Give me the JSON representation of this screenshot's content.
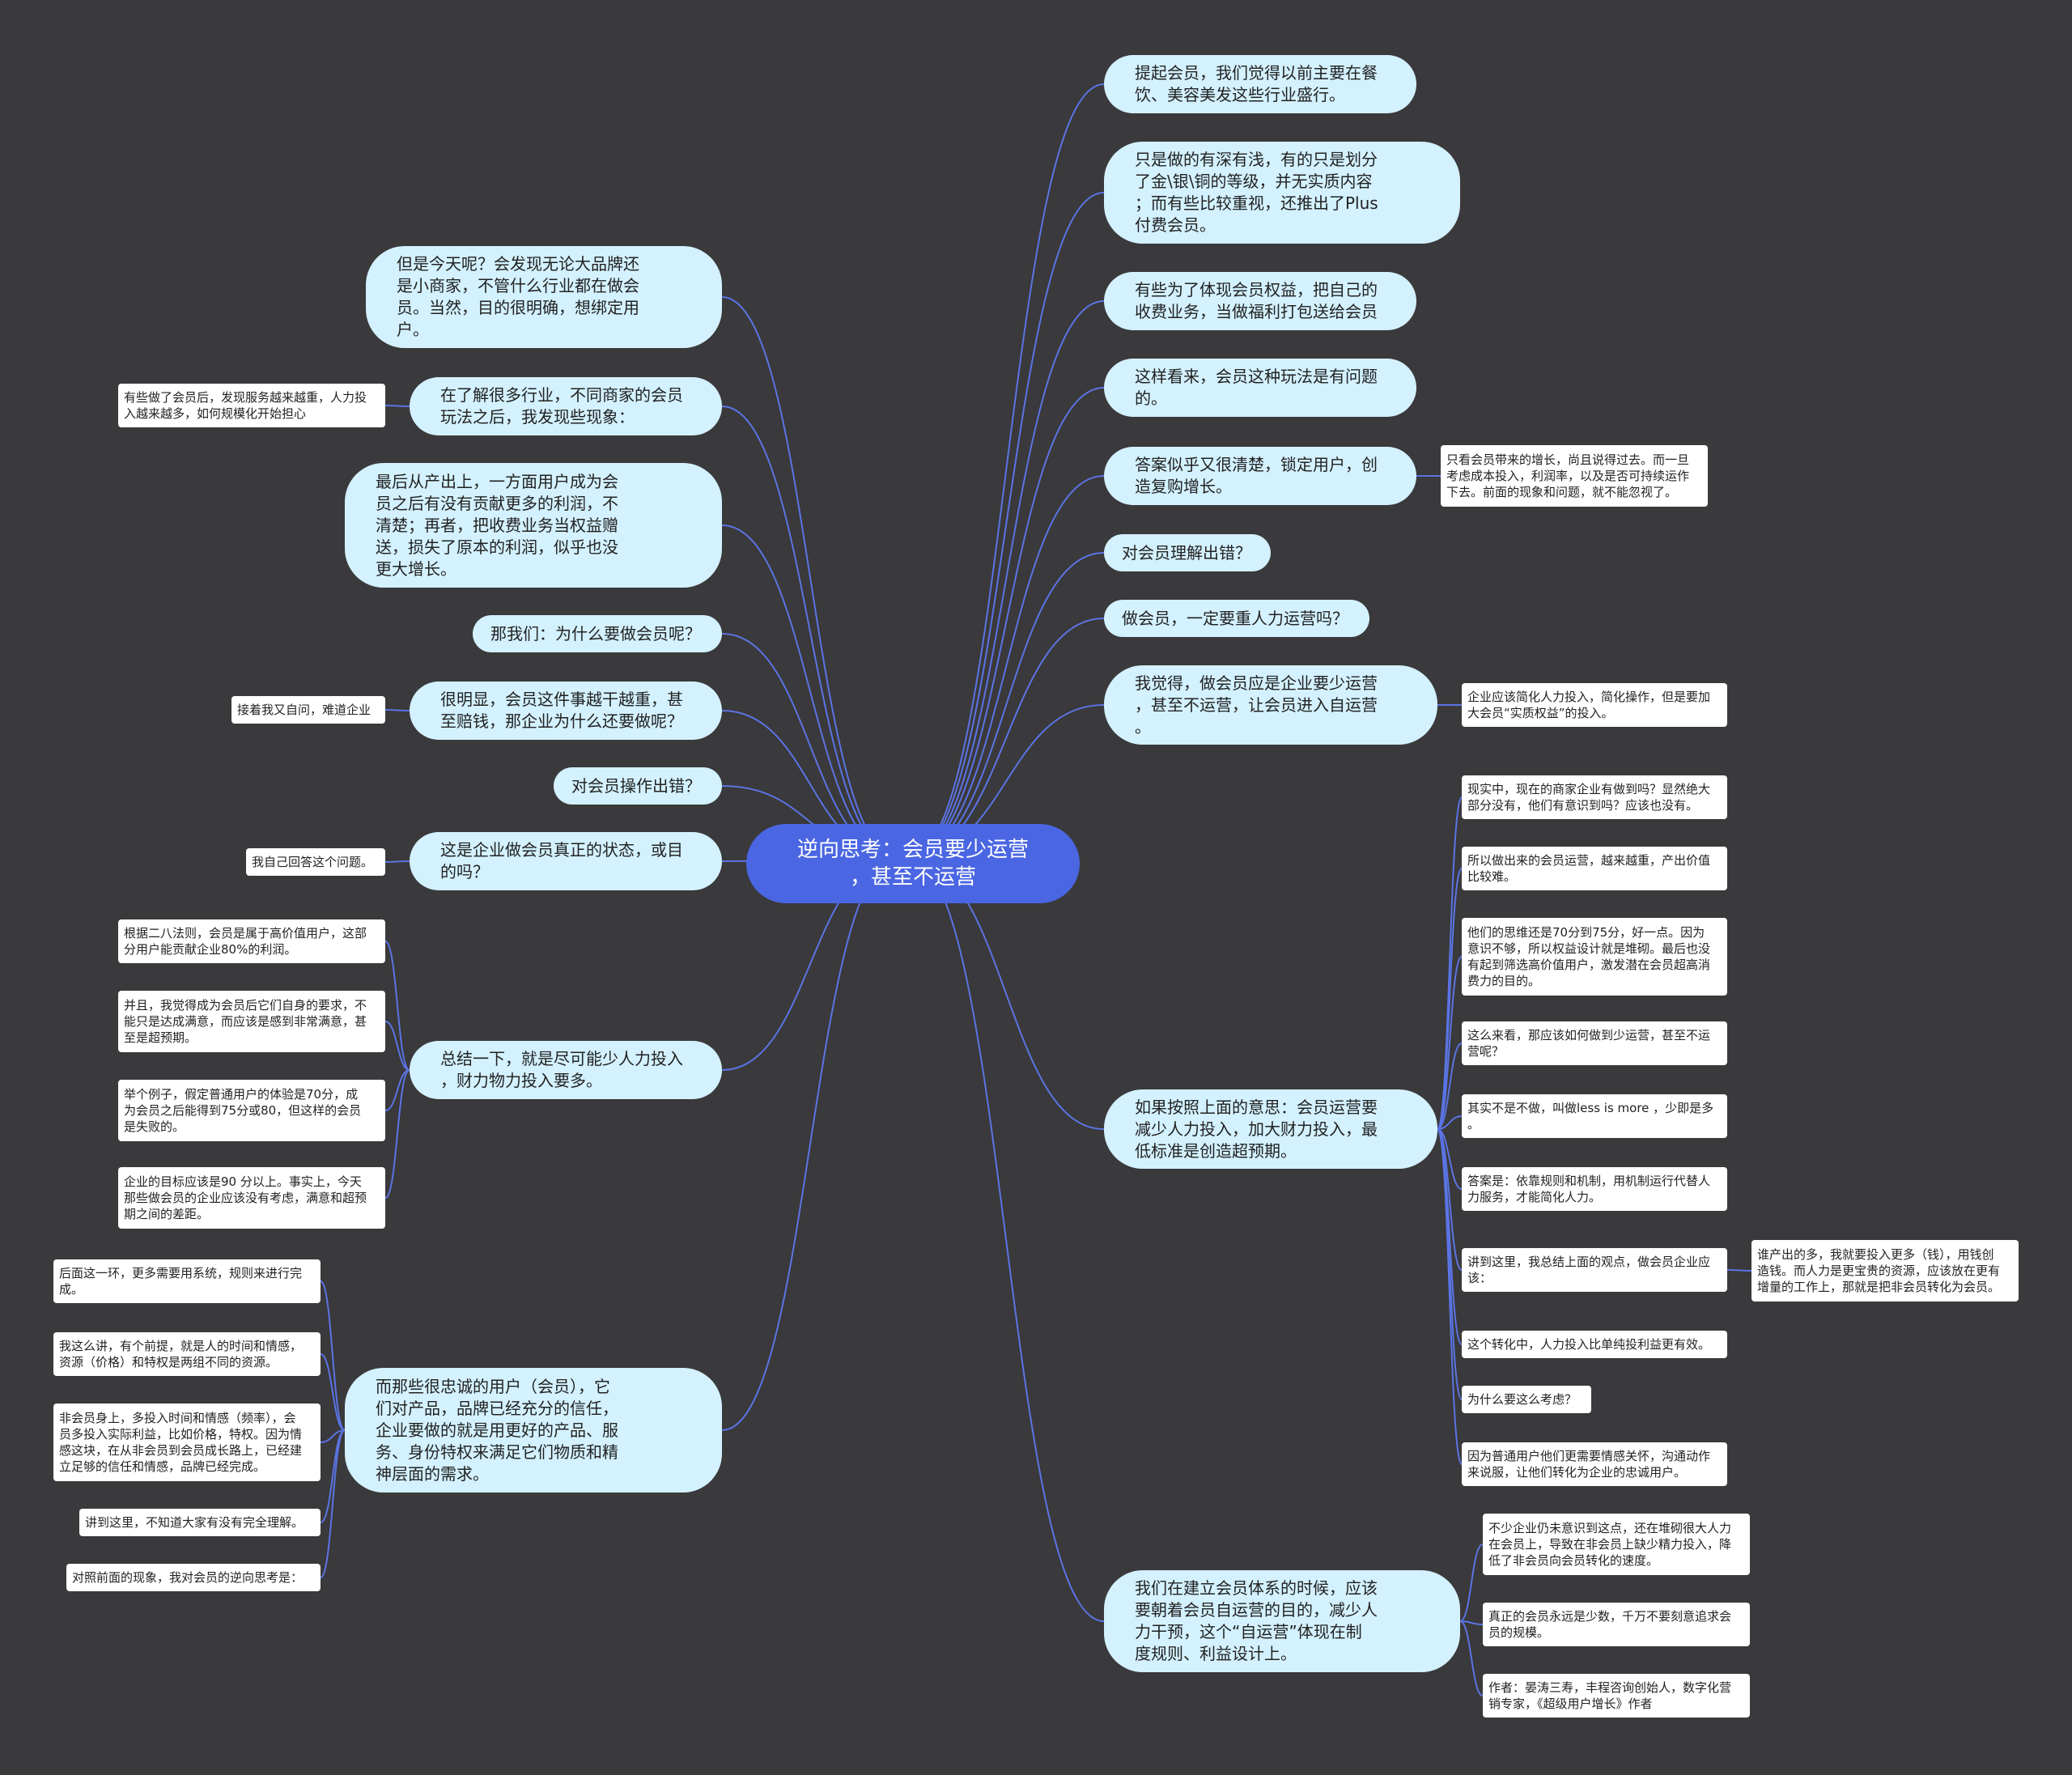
{
  "root": {
    "text": "逆向思考：会员要少运营\n，甚至不运营"
  },
  "nodes": {
    "r1": "提起会员，我们觉得以前主要在餐\n饮、美容美发这些行业盛行。",
    "r2": "只是做的有深有浅，有的只是划分\n了金\\银\\铜的等级，并无实质内容\n；而有些比较重视，还推出了Plus\n付费会员。",
    "r3": "有些为了体现会员权益，把自己的\n收费业务，当做福利打包送给会员",
    "r4": "这样看来，会员这种玩法是有问题\n的。",
    "r5": "答案似乎又很清楚，锁定用户，创\n造复购增长。",
    "r6": "对会员理解出错？",
    "r7": "做会员，一定要重人力运营吗？",
    "r8": "我觉得，做会员应是企业要少运营\n，甚至不运营，让会员进入自运营\n。",
    "r9": "如果按照上面的意思：会员运营要\n减少人力投入，加大财力投入，最\n低标准是创造超预期。",
    "r10": "我们在建立会员体系的时候，应该\n要朝着会员自运营的目的，减少人\n力干预，这个“自运营”体现在制\n度规则、利益设计上。",
    "l1": "但是今天呢？会发现无论大品牌还\n是小商家，不管什么行业都在做会\n员。当然，目的很明确，想绑定用\n户。",
    "l2": "在了解很多行业，不同商家的会员\n玩法之后，我发现些现象：",
    "l3": "最后从产出上，一方面用户成为会\n员之后有没有贡献更多的利润，不\n清楚；再者，把收费业务当权益赠\n送，损失了原本的利润，似乎也没\n更大增长。",
    "l4": "那我们：为什么要做会员呢？",
    "l5": "很明显，会员这件事越干越重，甚\n至赔钱，那企业为什么还要做呢？",
    "l6": "对会员操作出错？",
    "l7": "这是企业做会员真正的状态，或目\n的吗？",
    "l8": "总结一下，就是尽可能少人力投入\n，财力物力投入要多。",
    "l9": "而那些很忠诚的用户（会员），它\n们对产品，品牌已经充分的信任，\n企业要做的就是用更好的产品、服\n务、身份特权来满足它们物质和精\n神层面的需求。"
  },
  "leaves": {
    "r5a": "只看会员带来的增长，尚且说得过去。而一旦\n考虑成本投入，利润率，以及是否可持续运作\n下去。前面的现象和问题，就不能忽视了。",
    "r8a": "企业应该简化人力投入，简化操作，但是要加\n大会员“实质权益”的投入。",
    "r9a": "现实中，现在的商家企业有做到吗？显然绝大\n部分没有，他们有意识到吗？应该也没有。",
    "r9b": "所以做出来的会员运营，越来越重，产出价值\n比较难。",
    "r9c": "他们的思维还是70分到75分，好一点。因为\n意识不够，所以权益设计就是堆砌。最后也没\n有起到筛选高价值用户，激发潜在会员超高消\n费力的目的。",
    "r9d": "这么来看，那应该如何做到少运营，甚至不运\n营呢？",
    "r9e": "其实不是不做，叫做less is more ，少即是多\n。",
    "r9f": "答案是：依靠规则和机制，用机制运行代替人\n力服务，才能简化人力。",
    "r9g": "讲到这里，我总结上面的观点，做会员企业应\n该：",
    "r9g1": "谁产出的多，我就要投入更多（钱），用钱创\n造钱。而人力是更宝贵的资源，应该放在更有\n增量的工作上，那就是把非会员转化为会员。",
    "r9h": "这个转化中，人力投入比单纯投利益更有效。",
    "r9i": "为什么要这么考虑？",
    "r9j": "因为普通用户他们更需要情感关怀，沟通动作\n来说服，让他们转化为企业的忠诚用户。",
    "r10a": "不少企业仍未意识到这点，还在堆砌很大人力\n在会员上，导致在非会员上缺少精力投入，降\n低了非会员向会员转化的速度。",
    "r10b": "真正的会员永远是少数，千万不要刻意追求会\n员的规模。",
    "r10c": "作者：晏涛三寿，丰程咨询创始人，数字化营\n销专家，《超级用户增长》作者",
    "l2a": "有些做了会员后，发现服务越来越重，人力投\n入越来越多，如何规模化开始担心",
    "l5a": "接着我又自问，难道企业",
    "l7a": "我自己回答这个问题。",
    "l8a": "根据二八法则，会员是属于高价值用户，这部\n分用户能贡献企业80%的利润。",
    "l8b": "并且，我觉得成为会员后它们自身的要求，不\n能只是达成满意，而应该是感到非常满意，甚\n至是超预期。",
    "l8c": "举个例子，假定普通用户的体验是70分，成\n为会员之后能得到75分或80，但这样的会员\n是失败的。",
    "l8d": "企业的目标应该是90 分以上。事实上，今天\n那些做会员的企业应该没有考虑，满意和超预\n期之间的差距。",
    "l9a": "后面这一环，更多需要用系统，规则来进行完\n成。",
    "l9b": "我这么讲，有个前提，就是人的时间和情感，\n资源（价格）和特权是两组不同的资源。",
    "l9c": "非会员身上，多投入时间和情感（频率），会\n员多投入实际利益，比如价格，特权。因为情\n感这块，在从非会员到会员成长路上，已经建\n立足够的信任和情感，品牌已经完成。",
    "l9d": "讲到这里，不知道大家有没有完全理解。",
    "l9e": "对照前面的现象，我对会员的逆向思考是："
  },
  "colors": {
    "background": "#3a393b",
    "root": "#4a66e2",
    "main_node": "#d3f1fe",
    "leaf": "#ffffff",
    "line": "#5b74e4"
  }
}
